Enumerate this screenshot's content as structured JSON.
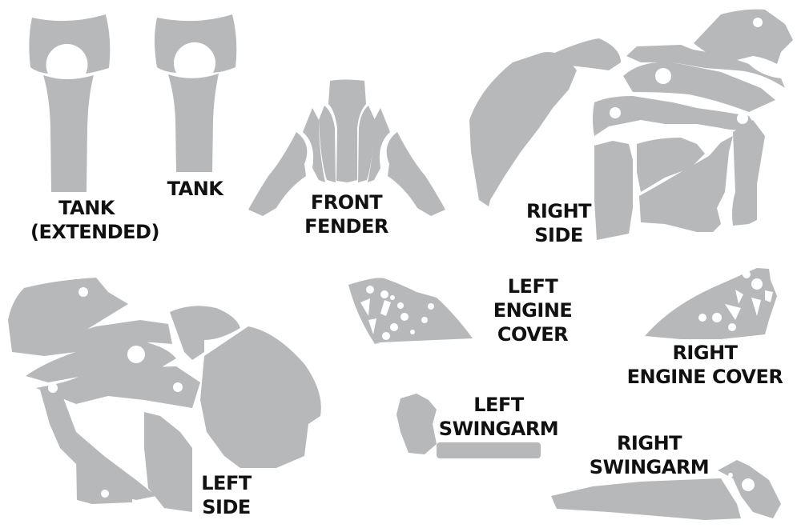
{
  "sheet": {
    "background": "#ffffff",
    "part_color": "#b7b8ba",
    "label_color": "#111111"
  },
  "labels": {
    "tank_extended": [
      "TANK",
      "(EXTENDED)"
    ],
    "tank": [
      "TANK"
    ],
    "front_fender": [
      "FRONT",
      "FENDER"
    ],
    "right_side": [
      "RIGHT",
      "SIDE"
    ],
    "left_side": [
      "LEFT",
      "SIDE"
    ],
    "left_engine_cover": [
      "LEFT",
      "ENGINE",
      "COVER"
    ],
    "right_engine_cover": [
      "RIGHT",
      "ENGINE COVER"
    ],
    "left_swingarm": [
      "LEFT",
      "SWINGARM"
    ],
    "right_swingarm": [
      "RIGHT",
      "SWINGARM"
    ]
  }
}
